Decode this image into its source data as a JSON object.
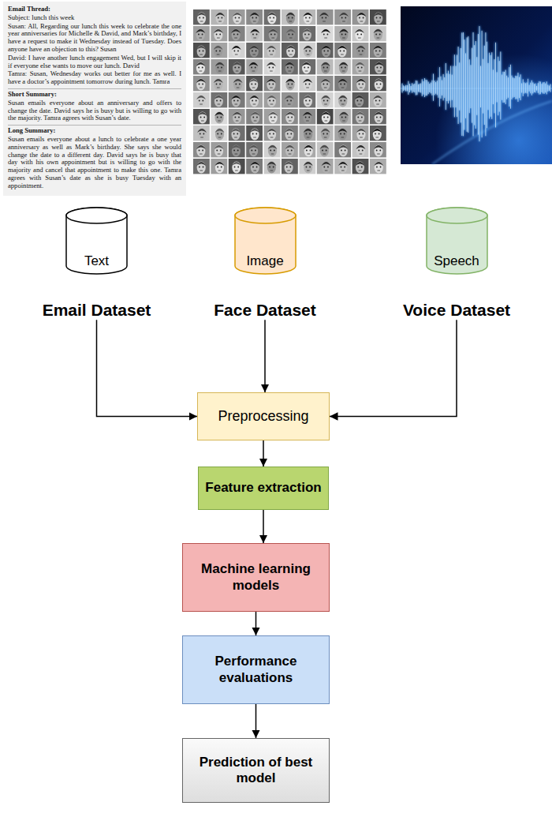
{
  "diagram": {
    "nodes": [
      {
        "text": [
          "Text",
          "Email Dataset"
        ]
      },
      {
        "text": [
          "Image",
          "Face Dataset"
        ]
      },
      {
        "text": [
          "Speech",
          "Voice Dataset"
        ]
      },
      {
        "text": [
          "Preprocessing"
        ]
      },
      {
        "text": [
          "Feature extraction"
        ]
      },
      {
        "text": [
          "Machine learning models"
        ]
      },
      {
        "text": [
          "Performance evaluations"
        ]
      },
      {
        "text": [
          "Prediction of best model"
        ]
      }
    ],
    "edges": [
      {
        "from": 0,
        "to": 3,
        "arrow": "to"
      },
      {
        "from": 1,
        "to": 3,
        "arrow": "to"
      },
      {
        "from": 2,
        "to": 3,
        "arrow": "to"
      },
      {
        "from": 3,
        "to": 4,
        "arrow": "to"
      },
      {
        "from": 4,
        "to": 5,
        "arrow": "to"
      },
      {
        "from": 5,
        "to": 6,
        "arrow": "to"
      },
      {
        "from": 6,
        "to": 7,
        "arrow": "to"
      }
    ],
    "labels": [
      "Email Thread:",
      "Subject: lunch this week",
      "Susan: All, Regarding our lunch this week to celebrate the one year anniversaries for Michelle & David, and Mark’s birthday, I have a request to make it Wednesday instead of Tuesday. Does anyone have an objection to this? Susan",
      "David: I have another lunch engagement Wed, but I will skip it if everyone else wants to move our lunch. David",
      "Tamra: Susan, Wednesday works out better for me as well. I have a doctor’s appointment tomorrow during lunch. Tamra",
      "Short Summary:",
      "Susan emails everyone about an anniversary and offers to change the date. David says he is busy but is willing to go with the majority. Tamra agrees with Susan’s date.",
      "Long Summary:",
      "Susan emails everyone about a lunch to celebrate a one year anniversary as well as Mark’s birthday. She says she would change the date to a different day. David says he is busy that day with his own appointment but is willing to go with the majority and cancel that appointment to make this one. Tamra agrees with Susan’s date as she is busy Tuesday with an appointment."
    ]
  }
}
